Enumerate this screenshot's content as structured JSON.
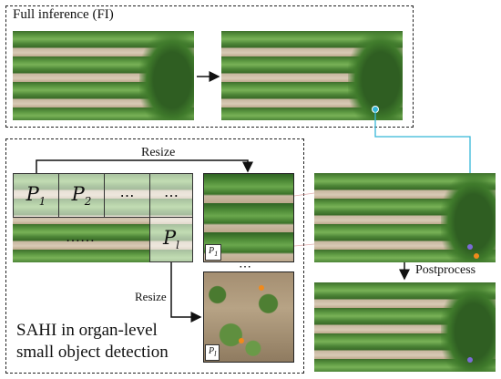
{
  "top_panel": {
    "title": "Full inference (FI)"
  },
  "bottom_panel": {
    "title_line1": "SAHI in organ-level",
    "title_line2": "small object detection",
    "resize_top": "Resize",
    "resize_left": "Resize",
    "slices": {
      "p1": "P",
      "p1_sub": "1",
      "p2": "P",
      "p2_sub": "2",
      "dots_a": "⋯",
      "dots_b": "⋯",
      "dots_row": "……",
      "pl": "P",
      "pl_sub": "l"
    },
    "crop_label_top": "P",
    "crop_label_top_sub": "1",
    "crop_label_bottom": "P",
    "crop_label_bottom_sub": "l",
    "crop_ellipsis": "⋯"
  },
  "right_column": {
    "postprocess": "Postprocess"
  },
  "colors": {
    "connector_cyan": "#35b7d8",
    "detection_orange": "#f08a1c",
    "detection_purple": "#7b6bd6"
  }
}
